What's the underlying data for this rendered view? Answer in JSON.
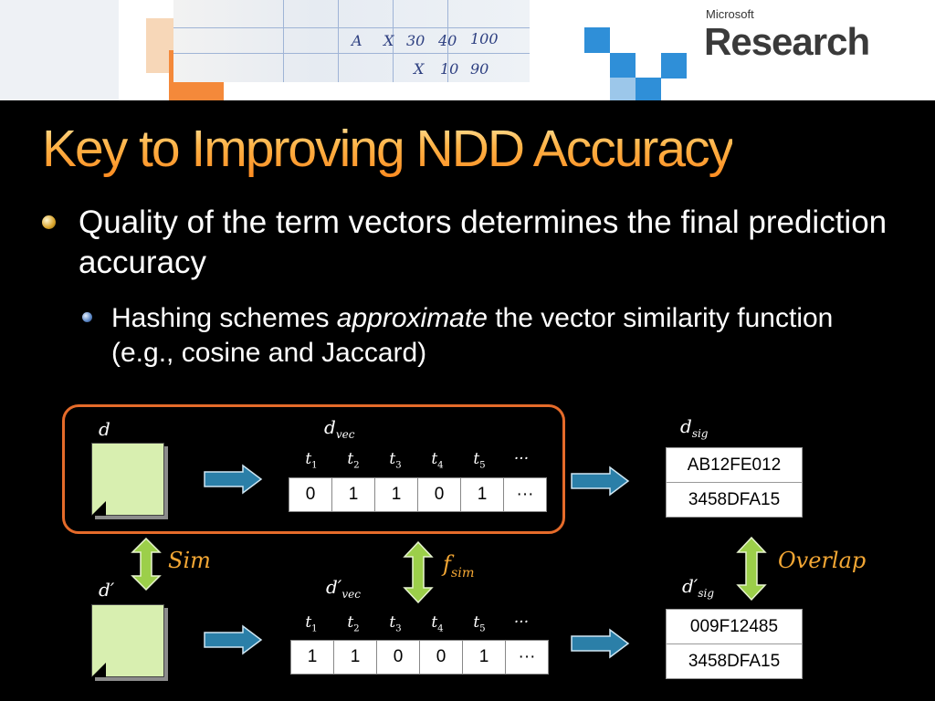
{
  "banner": {
    "handwriting": [
      "A",
      "X",
      "30",
      "40",
      "100",
      "X",
      "10",
      "90"
    ],
    "logo_small": "Microsoft",
    "logo_big": "Research",
    "colors": {
      "orange": "#f4893a",
      "blue": "#2f8fd8"
    }
  },
  "title": "Key to Improving NDD Accuracy",
  "bullets": {
    "level1": "Quality of the term vectors determines the final prediction accuracy",
    "level2_prefix": "Hashing schemes ",
    "level2_emph": "approximate",
    "level2_suffix": " the vector similarity function (e.g., cosine and Jaccard)"
  },
  "diagram": {
    "top": {
      "doc_label": "d",
      "vec_label": "d",
      "vec_sub": "vec",
      "terms": [
        "t",
        "t",
        "t",
        "t",
        "t"
      ],
      "term_subs": [
        "1",
        "2",
        "3",
        "4",
        "5"
      ],
      "ellipsis": "···",
      "values": [
        "0",
        "1",
        "1",
        "0",
        "1",
        "···"
      ],
      "sig_label": "d",
      "sig_sub": "sig",
      "signatures": [
        "AB12FE012",
        "3458DFA15"
      ]
    },
    "bottom": {
      "doc_label": "d′",
      "vec_label": "d′",
      "vec_sub": "vec",
      "terms": [
        "t",
        "t",
        "t",
        "t",
        "t"
      ],
      "term_subs": [
        "1",
        "2",
        "3",
        "4",
        "5"
      ],
      "ellipsis": "···",
      "values": [
        "1",
        "1",
        "0",
        "0",
        "1",
        "···"
      ],
      "sig_label": "d′",
      "sig_sub": "sig",
      "signatures": [
        "009F12485",
        "3458DFA15"
      ]
    },
    "relations": {
      "sim": "Sim",
      "f_sim": "f",
      "f_sim_sub": "sim",
      "overlap": "Overlap"
    },
    "colors": {
      "highlight_box": "#e56b2a",
      "arrow": "#2b7fa8",
      "double_arrow": "#9ccf4a",
      "math_orange": "#f2a634"
    }
  }
}
